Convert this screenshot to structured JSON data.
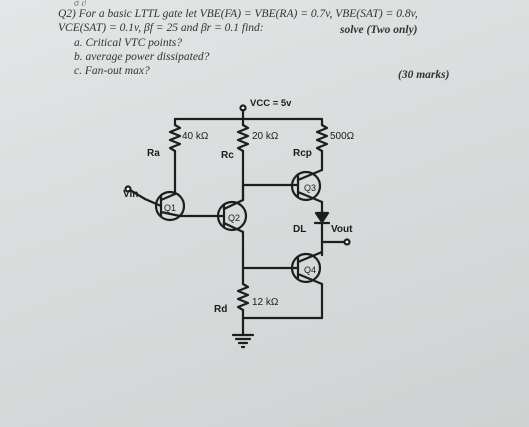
{
  "question": {
    "scribble": "σ   ∂",
    "line1": "Q2) For a basic LTTL gate let VBE(FA) = VBE(RA) = 0.7v, VBE(SAT) = 0.8v,",
    "line2": "VCE(SAT) = 0.1v, βf = 25 and βr = 0.1 find:",
    "solve_note": "solve (Two only)",
    "part_a": "a. Critical VTC points?",
    "part_b": "b. average power dissipated?",
    "part_c": "c. Fan-out max?",
    "marks": "(30 marks)"
  },
  "circuit": {
    "vcc": "VCC = 5v",
    "r1_value": "40 kΩ",
    "r2_value": "20 kΩ",
    "r3_value": "500Ω",
    "r4_value": "12 kΩ",
    "ra_label": "Ra",
    "rc_label": "Rc",
    "rcp_label": "Rcp",
    "rd_label": "Rd",
    "vin_label": "Vin",
    "vout_label": "Vout",
    "diode_label": "DL",
    "q1": "Q1",
    "q2": "Q2",
    "q3": "Q3",
    "q4": "Q4"
  }
}
